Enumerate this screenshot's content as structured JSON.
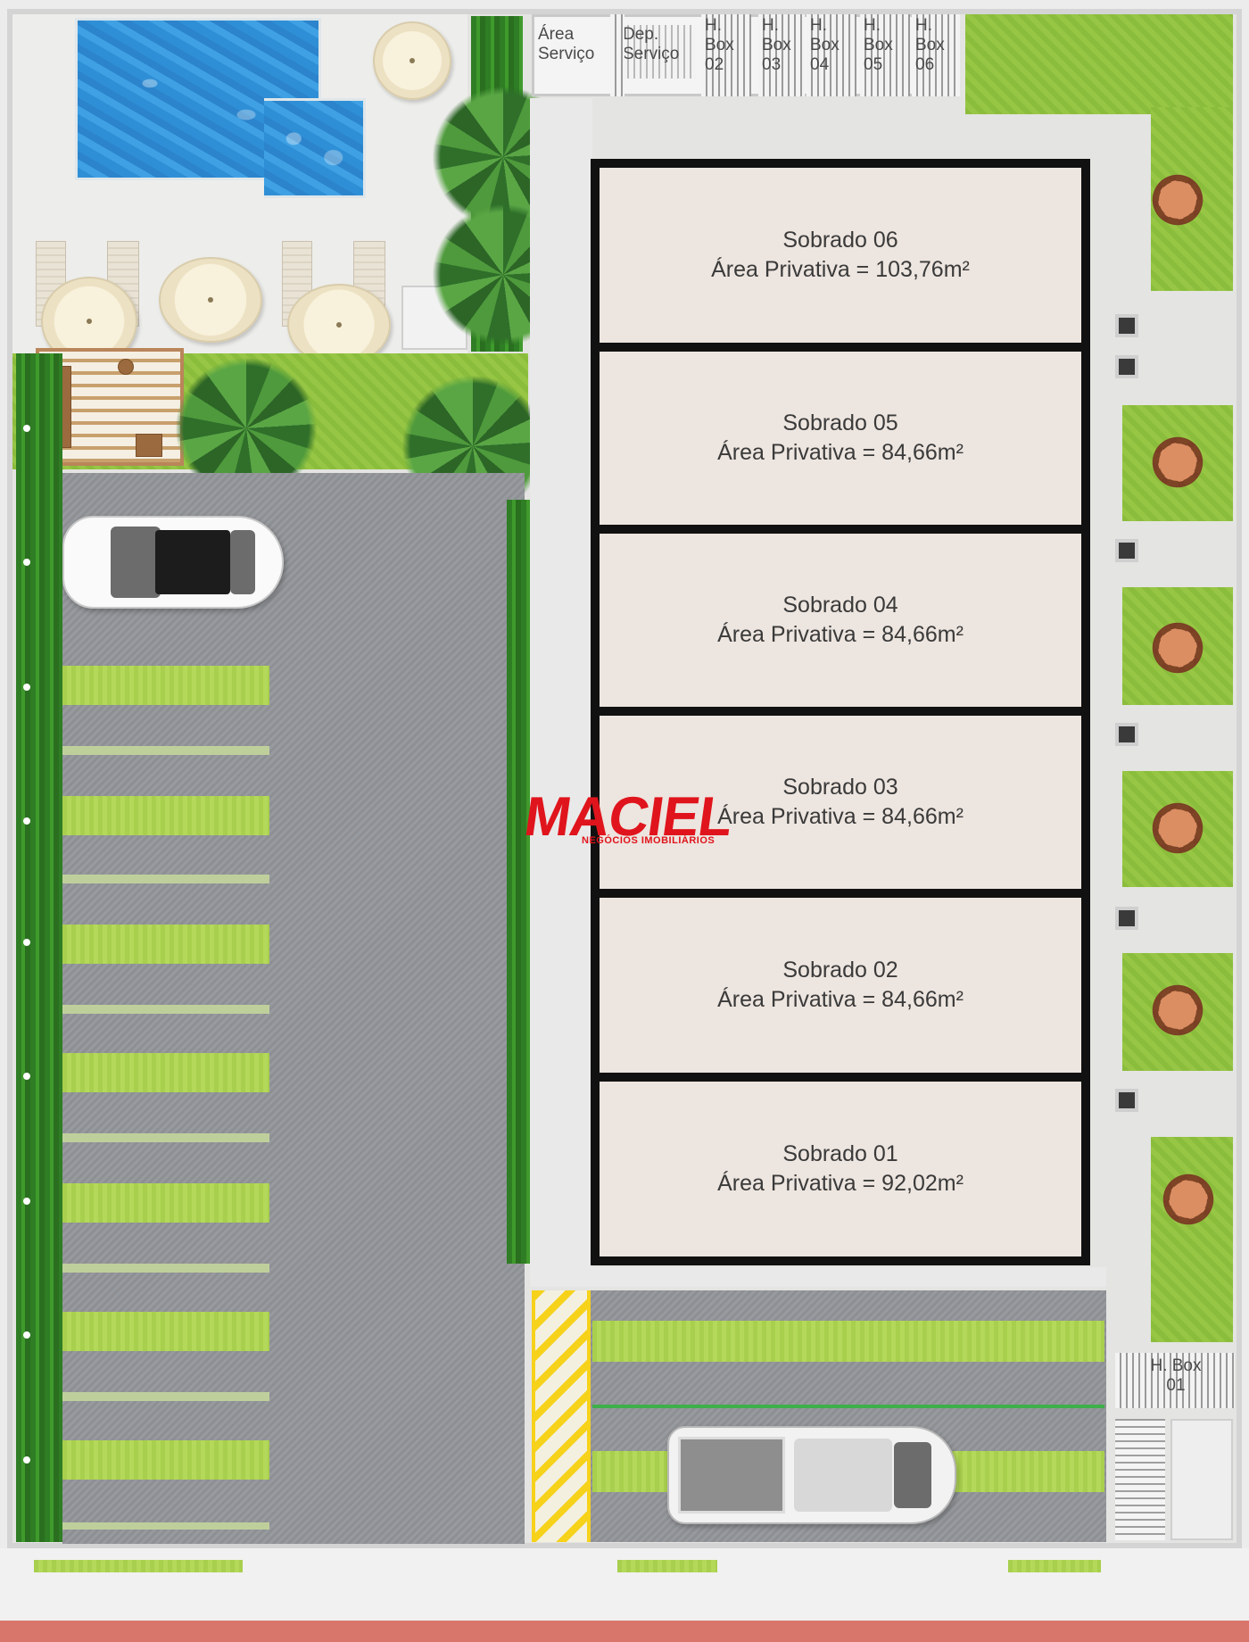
{
  "service_area": {
    "area_servico": "Área\nServiço",
    "dep_servico": "Dep.\nServiço",
    "boxes": [
      "H.\nBox\n02",
      "H.\nBox\n03",
      "H.\nBox\n04",
      "H.\nBox\n05",
      "H.\nBox\n06"
    ]
  },
  "box_01": "H. Box\n01",
  "units": [
    {
      "name": "Sobrado 06",
      "area": "Área Privativa = 103,76m²"
    },
    {
      "name": "Sobrado 05",
      "area": "Área Privativa = 84,66m²"
    },
    {
      "name": "Sobrado 04",
      "area": "Área Privativa = 84,66m²"
    },
    {
      "name": "Sobrado 03",
      "area": "Área Privativa = 84,66m²"
    },
    {
      "name": "Sobrado 02",
      "area": "Área Privativa = 84,66m²"
    },
    {
      "name": "Sobrado 01",
      "area": "Área Privativa = 92,02m²"
    }
  ],
  "watermark": {
    "brand": "MACIEL",
    "tagline": "NEGÓCIOS IMOBILIÁRIOS"
  },
  "colors": {
    "lawn": "#8bbd3c",
    "hedge": "#2f7d24",
    "asphalt": "#8d8f93",
    "pool": "#2f8fd6",
    "unit_fill": "#ede5df",
    "unit_outline": "#111111",
    "caution_yellow": "#f6d21b",
    "street": "#d9766b",
    "brand_red": "#e0141c"
  }
}
